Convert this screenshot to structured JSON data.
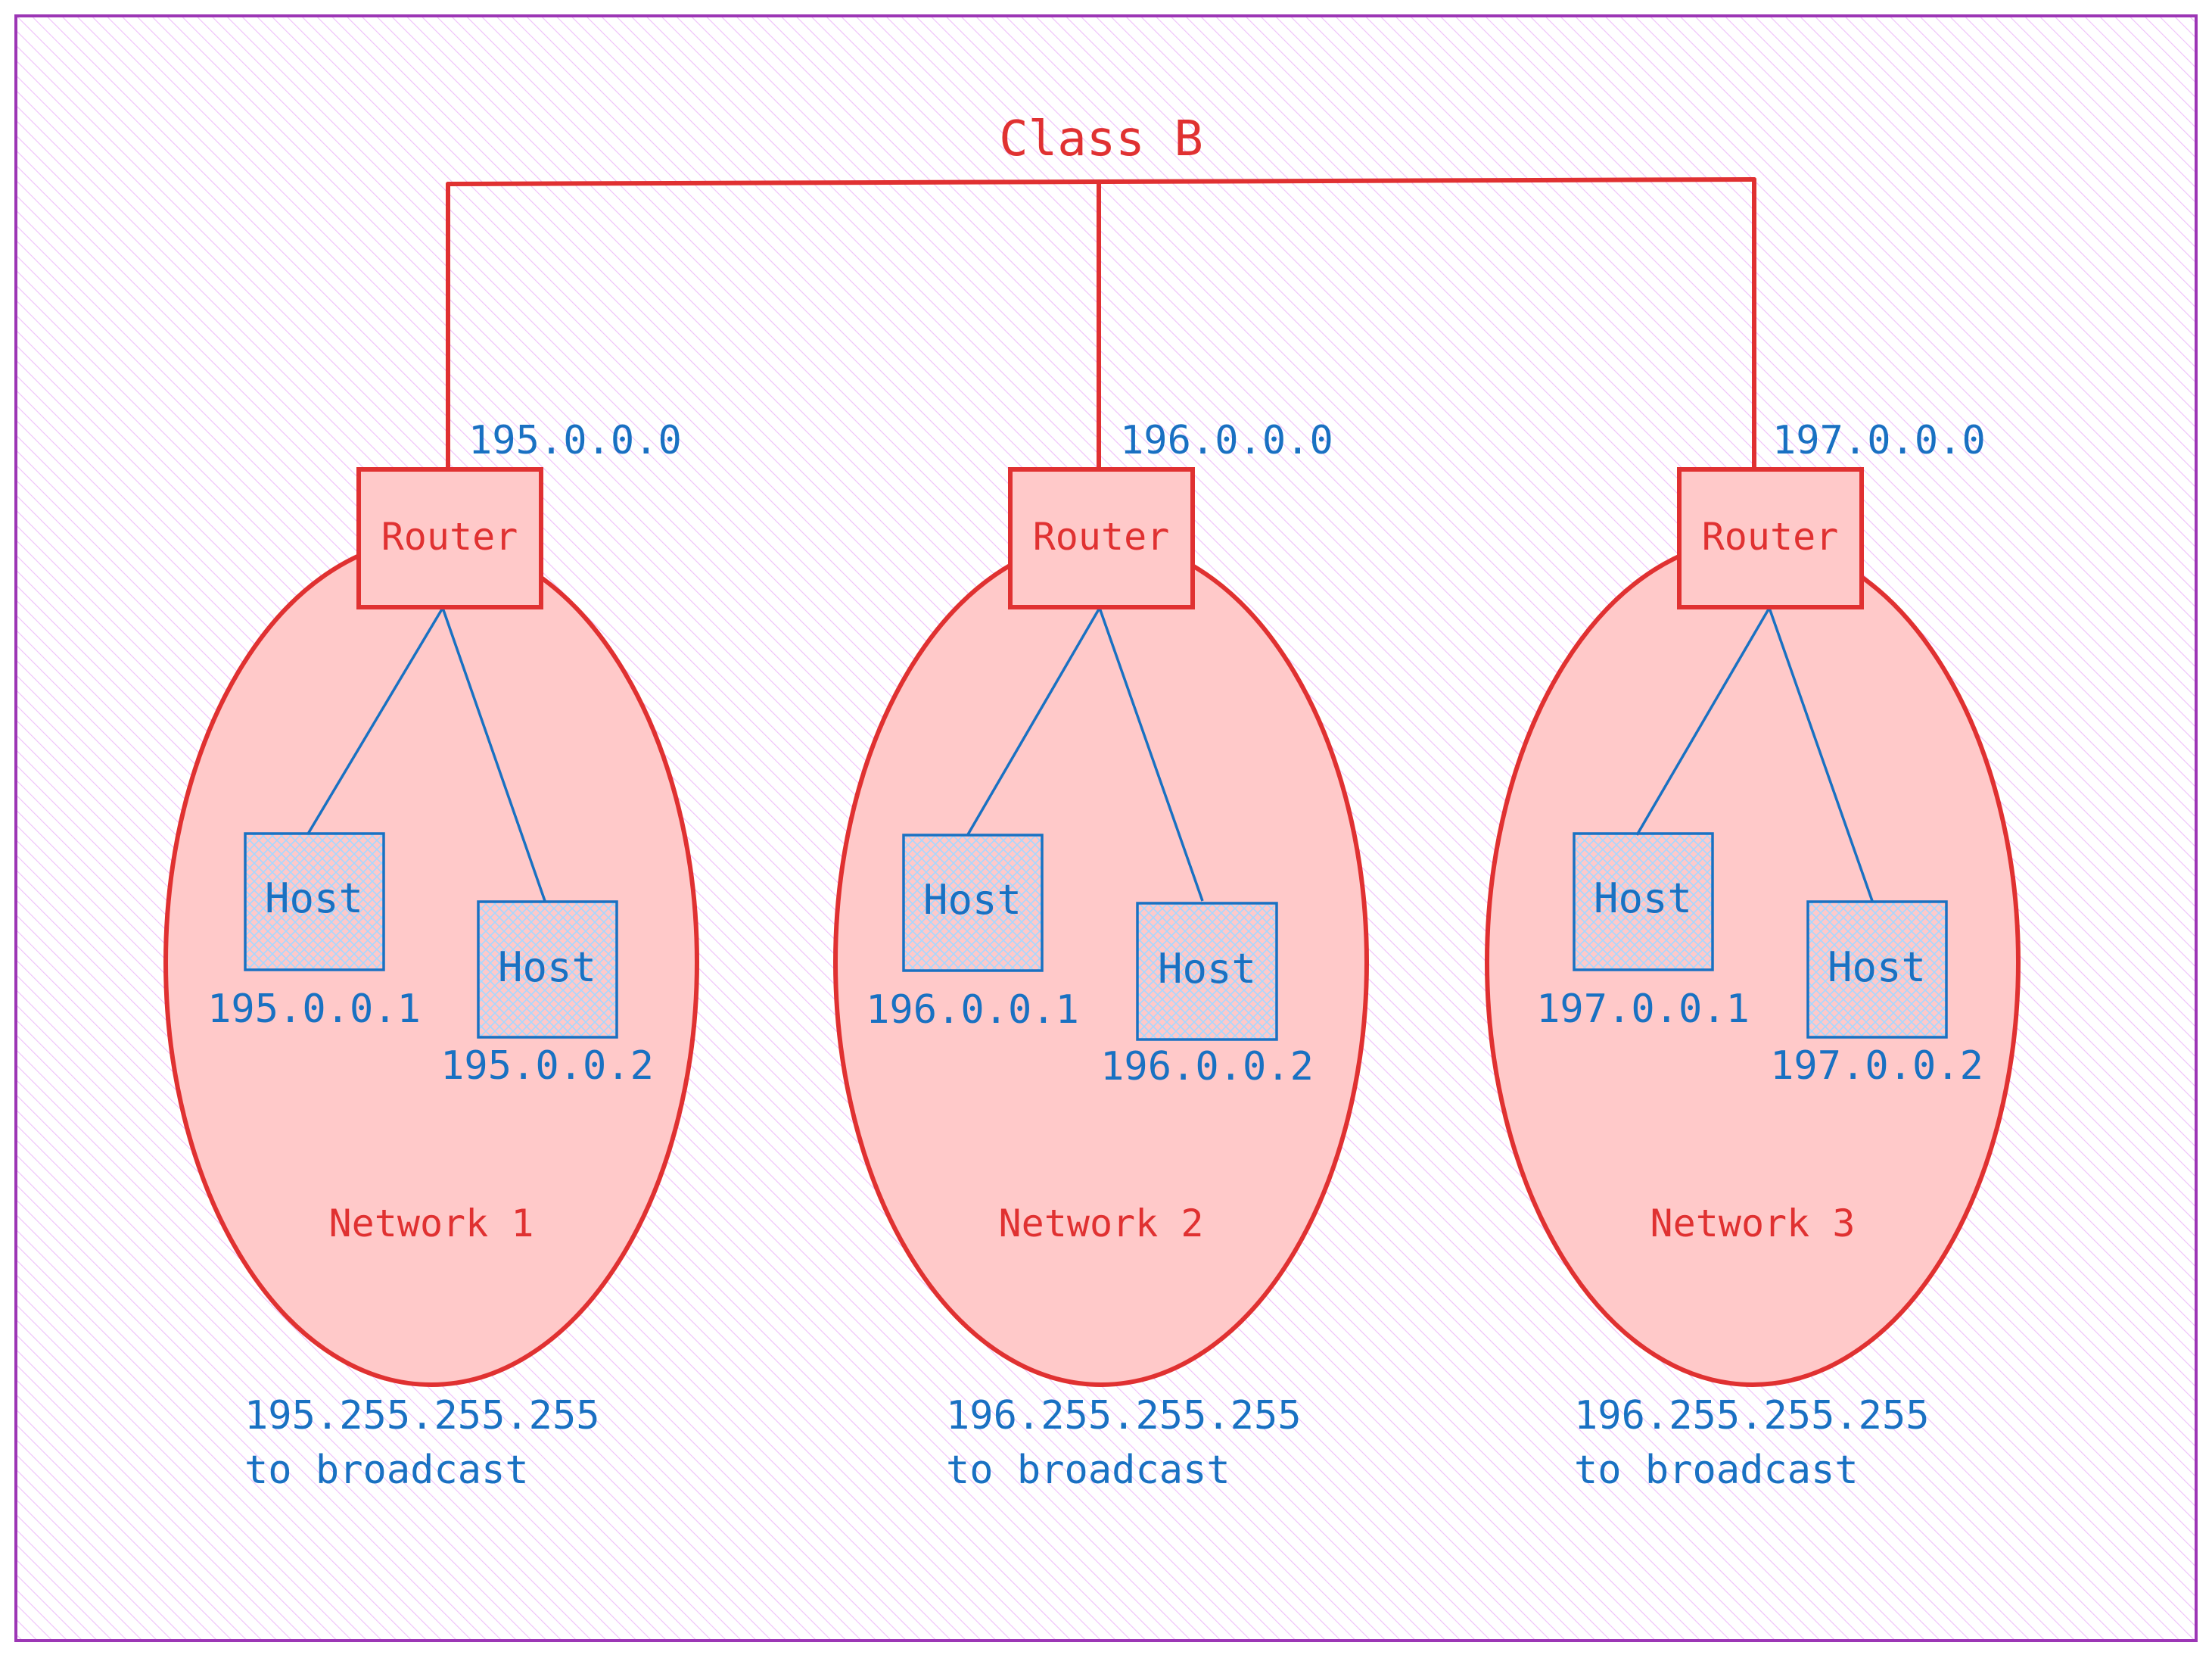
{
  "title": "Class B",
  "colors": {
    "red": "#e03131",
    "red_fill": "#ffc9c9",
    "blue": "#1971c2",
    "frame": "#9c36b5",
    "hatch": "#eebefa",
    "host_hatch": "#a5d8ff"
  },
  "networks": [
    {
      "label": "Network 1",
      "router": {
        "label": "Router",
        "ip": "195.0.0.0"
      },
      "hosts": [
        {
          "label": "Host",
          "ip": "195.0.0.1"
        },
        {
          "label": "Host",
          "ip": "195.0.0.2"
        }
      ],
      "broadcast": {
        "ip": "195.255.255.255",
        "text": "to broadcast"
      }
    },
    {
      "label": "Network 2",
      "router": {
        "label": "Router",
        "ip": "196.0.0.0"
      },
      "hosts": [
        {
          "label": "Host",
          "ip": "196.0.0.1"
        },
        {
          "label": "Host",
          "ip": "196.0.0.2"
        }
      ],
      "broadcast": {
        "ip": "196.255.255.255",
        "text": "to broadcast"
      }
    },
    {
      "label": "Network 3",
      "router": {
        "label": "Router",
        "ip": "197.0.0.0"
      },
      "hosts": [
        {
          "label": "Host",
          "ip": "197.0.0.1"
        },
        {
          "label": "Host",
          "ip": "197.0.0.2"
        }
      ],
      "broadcast": {
        "ip": "196.255.255.255",
        "text": "to broadcast"
      }
    }
  ]
}
